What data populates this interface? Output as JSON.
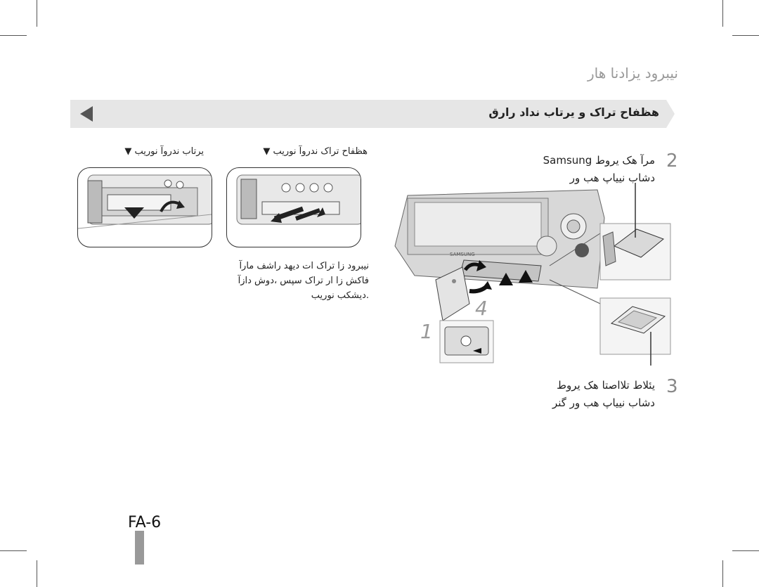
{
  "header": {
    "title": "نیبرود یزادنا هار"
  },
  "section": {
    "title": "هظفاح تراک و یرتاب نداد رارق"
  },
  "left_panel": {
    "battery_label": "یرتاب ندروآ نوریب ▼",
    "card_label": "هظفاح تراک ندروآ نوریب ▼",
    "note_lines": [
      "نیبرود زا تراک ات دیهد راشف مارآ",
      "فاکش زا ار تراک سپس ،دوش دازآ",
      ".دیشکب نوریب"
    ]
  },
  "steps": [
    {
      "number": "2",
      "lines": [
        "Samsung مرآ هک یروط",
        "دشاب نییاپ هب ور"
      ]
    },
    {
      "number": "3",
      "lines": [
        "یئلاط تلااصتا هک یروط",
        "دشاب نییاپ هب ور گنر"
      ]
    }
  ],
  "figure": {
    "label_1": "1",
    "label_4": "4",
    "brand_text": "SAMSUNG"
  },
  "footer": {
    "page_number": "FA-6"
  },
  "colors": {
    "banner_bg": "#e6e6e6",
    "banner_arrow": "#555555",
    "step_number": "#888888",
    "tab_bar": "#999999"
  }
}
